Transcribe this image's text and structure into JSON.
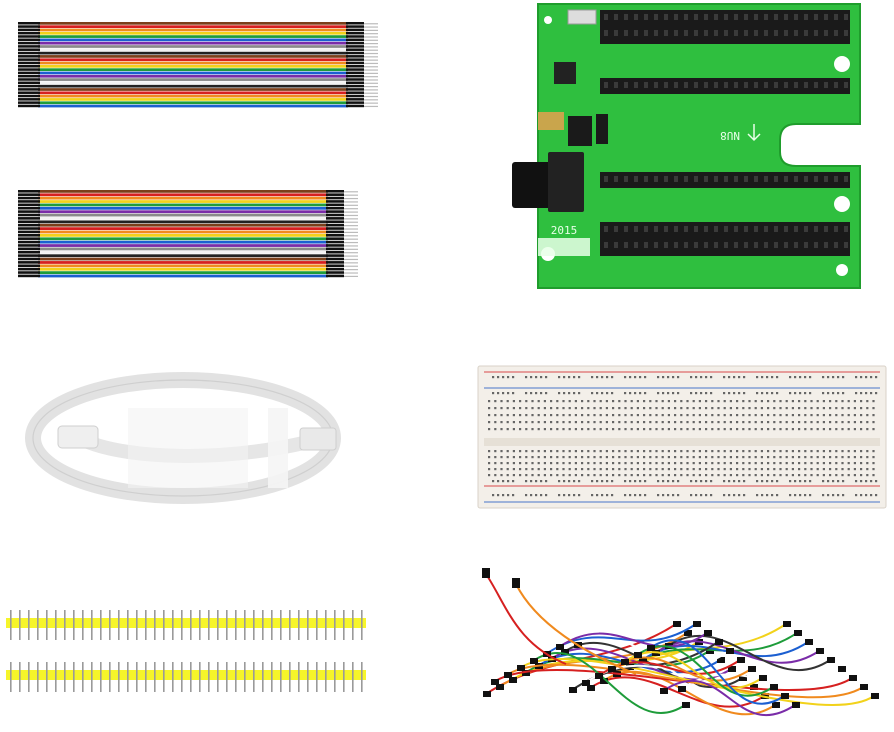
{
  "scene": {
    "background": "#ffffff",
    "items": [
      {
        "name": "dupont-ribbon-cable-top",
        "kind": "rainbow ribbon jumper cable"
      },
      {
        "name": "dupont-ribbon-cable-bottom",
        "kind": "rainbow ribbon jumper cable"
      },
      {
        "name": "expansion-board",
        "kind": "green breakout board with black headers and barrel jack"
      },
      {
        "name": "usb-cable",
        "kind": "coiled white micro USB cable"
      },
      {
        "name": "breadboard",
        "kind": "830-point solderless breadboard"
      },
      {
        "name": "pin-header-strips",
        "kind": "two yellow male pin header strips"
      },
      {
        "name": "jumper-wire-bundle",
        "kind": "bundle of flexible jumper wires"
      }
    ]
  },
  "pcb": {
    "label_left": "2015",
    "label_right": "NU8"
  },
  "colors": {
    "ribbon": [
      "#7b3f1a",
      "#d62020",
      "#f08a1e",
      "#f2d21b",
      "#1e9c3a",
      "#1b5fd1",
      "#7a2ca8",
      "#8a8a8a",
      "#f2f2f2",
      "#222222"
    ],
    "pcb_green": "#2fbf3f",
    "header_black": "#1a1a1a",
    "breadboard": "#f3efe9",
    "rail_red": "#d94a4a",
    "rail_blue": "#4a74c9",
    "pin_yellow": "#f6f52a",
    "cable_white": "#e4e4e4"
  }
}
